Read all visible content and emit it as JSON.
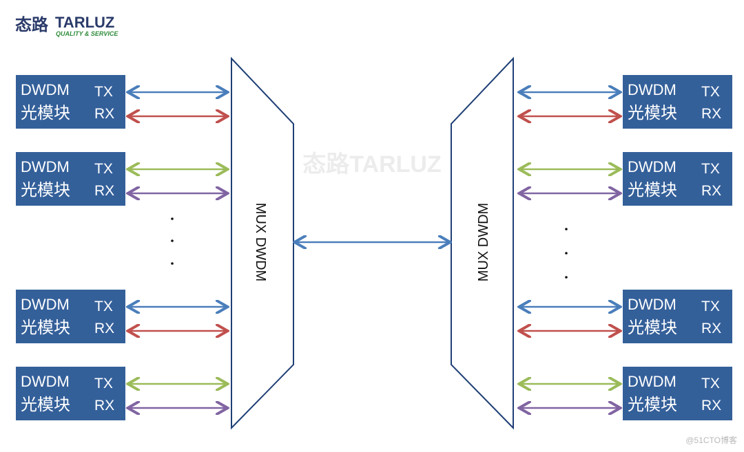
{
  "logo": {
    "cn": "态路",
    "en": "TARLUZ",
    "tagline": "QUALITY & SERVICE"
  },
  "watermark_text": "态路TARLUZ",
  "footer_credit": "@51CTO博客",
  "mux_left": {
    "label": "MUX DWDM"
  },
  "mux_right": {
    "label": "MUX DWDM"
  },
  "module_labels": {
    "line1": "DWDM",
    "line2": "光模块",
    "tx": "TX",
    "rx": "RX"
  },
  "ellipsis": "...",
  "colors": {
    "module_fill": "#34609a",
    "mux_stroke": "#1f3f75",
    "blue": "#4a7ebb",
    "red": "#c0504d",
    "green": "#9bbb59",
    "purple": "#8064a2"
  },
  "left_modules": [
    {
      "line1": "DWDM",
      "line2": "光模块",
      "tx": "TX",
      "rx": "RX",
      "tx_color": "blue",
      "rx_color": "red"
    },
    {
      "line1": "DWDM",
      "line2": "光模块",
      "tx": "TX",
      "rx": "RX",
      "tx_color": "green",
      "rx_color": "purple"
    },
    {
      "line1": "DWDM",
      "line2": "光模块",
      "tx": "TX",
      "rx": "RX",
      "tx_color": "blue",
      "rx_color": "red"
    },
    {
      "line1": "DWDM",
      "line2": "光模块",
      "tx": "TX",
      "rx": "RX",
      "tx_color": "green",
      "rx_color": "purple"
    }
  ],
  "right_modules": [
    {
      "line1": "DWDM",
      "line2": "光模块",
      "tx": "TX",
      "rx": "RX",
      "tx_color": "blue",
      "rx_color": "red"
    },
    {
      "line1": "DWDM",
      "line2": "光模块",
      "tx": "TX",
      "rx": "RX",
      "tx_color": "green",
      "rx_color": "purple"
    },
    {
      "line1": "DWDM",
      "line2": "光模块",
      "tx": "TX",
      "rx": "RX",
      "tx_color": "blue",
      "rx_color": "red"
    },
    {
      "line1": "DWDM",
      "line2": "光模块",
      "tx": "TX",
      "rx": "RX",
      "tx_color": "green",
      "rx_color": "purple"
    }
  ]
}
